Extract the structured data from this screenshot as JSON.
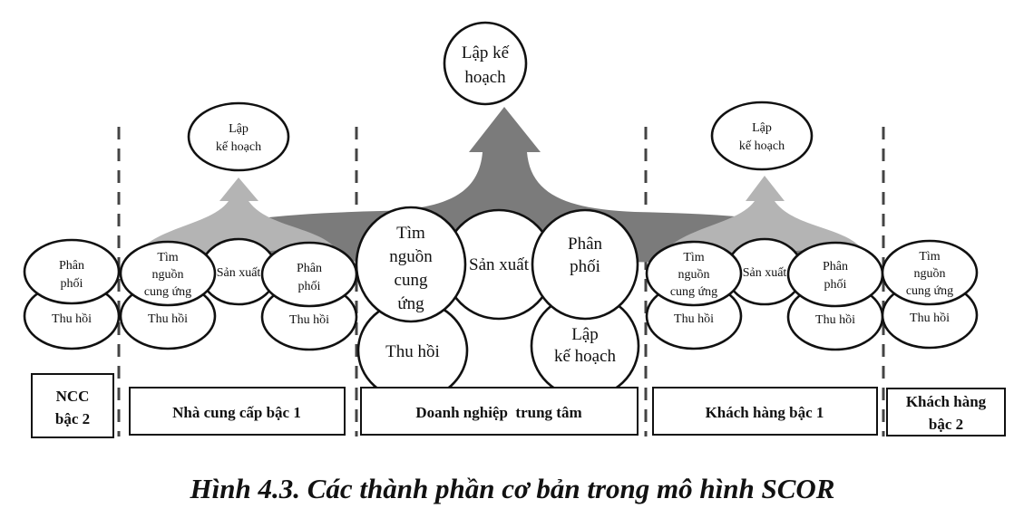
{
  "top_plan": [
    "Lập kế",
    "hoạch"
  ],
  "ncc2": {
    "distribute": [
      "Phân",
      "phối"
    ],
    "return": "Thu hồi",
    "label": [
      "NCC",
      "bậc 2"
    ]
  },
  "supplier1": {
    "plan": [
      "Lập",
      "kế hoạch"
    ],
    "source": [
      "Tìm",
      "nguồn",
      "cung ứng"
    ],
    "return_source": "Thu hồi",
    "make": "Sản xuất",
    "distribute": [
      "Phân",
      "phối"
    ],
    "return_distribute": "Thu hồi",
    "label": "Nhà cung cấp bậc 1"
  },
  "focal": {
    "source": [
      "Tìm",
      "nguồn",
      "cung",
      "ứng"
    ],
    "return": "Thu hồi",
    "make": "Sản xuất",
    "distribute": [
      "Phân",
      "phối"
    ],
    "plan": [
      "Lập",
      "kế hoạch"
    ],
    "label": "Doanh nghiệp  trung tâm"
  },
  "customer1": {
    "plan": [
      "Lập",
      "kế hoạch"
    ],
    "source": [
      "Tìm",
      "nguồn",
      "cung ứng"
    ],
    "return_source": "Thu hồi",
    "make": "Sản xuất",
    "distribute": [
      "Phân",
      "phối"
    ],
    "return_distribute": "Thu hồi",
    "label": "Khách hàng bậc 1"
  },
  "customer2": {
    "source": [
      "Tìm",
      "nguồn",
      "cung ứng"
    ],
    "return": "Thu hồi",
    "label": [
      "Khách hàng",
      "bậc 2"
    ]
  },
  "caption": "Hình 4.3. Các thành phần cơ bản trong mô hình SCOR",
  "colors": {
    "dark_flow": "#7b7b7b",
    "light_flow": "#b4b4b4"
  }
}
